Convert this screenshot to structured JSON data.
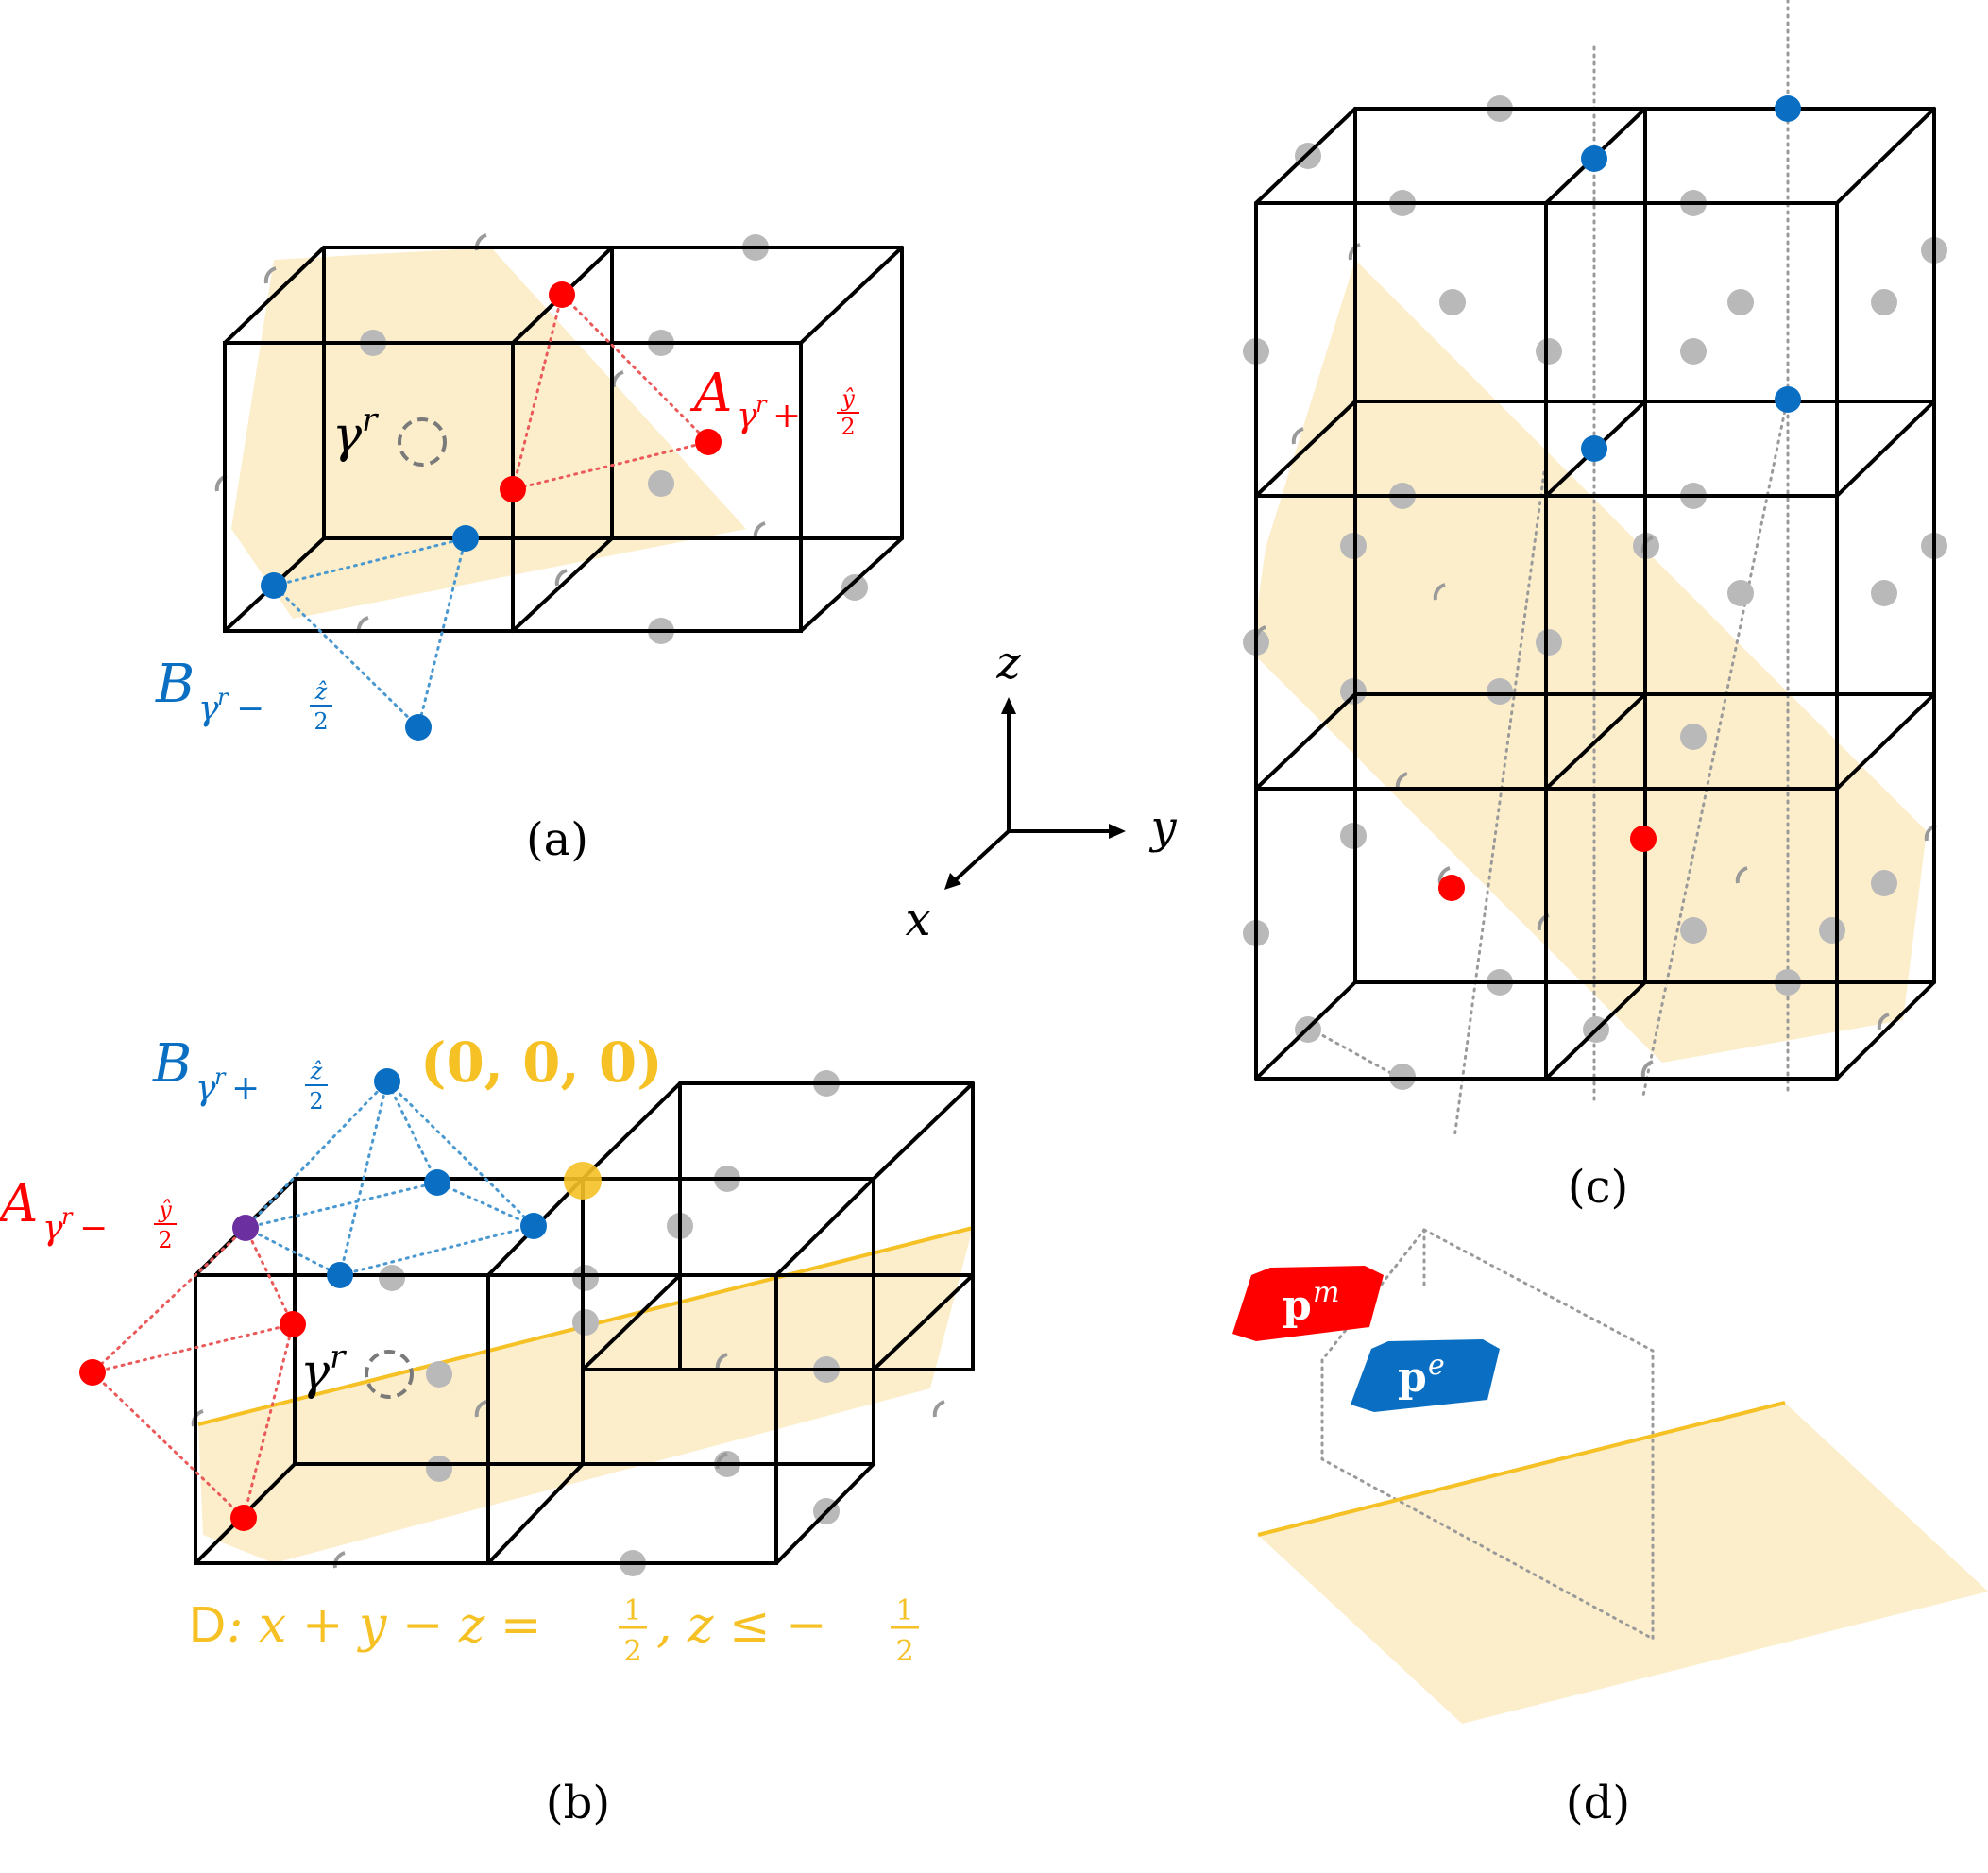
{
  "colors": {
    "red": "#ff0000",
    "blue": "#0a6fc2",
    "yellow": "#f5c125",
    "plane": "#fcebc2",
    "purple": "#6b2fa0",
    "grey": "#b9b9b9"
  },
  "panel_a": {
    "caption": "(a)",
    "gamma": "γ",
    "gamma_sup": "r",
    "a_letter": "A",
    "a_sub": "γ",
    "a_sub_sup": "r",
    "a_sub_rest": "+",
    "a_frac_num": "ŷ",
    "a_frac_den": "2",
    "b_letter": "B",
    "b_sub": "γ",
    "b_sub_sup": "r",
    "b_sub_rest": "−",
    "b_frac_num": "ẑ",
    "b_frac_den": "2"
  },
  "axes": {
    "z": "z",
    "y": "y",
    "x": "x"
  },
  "panel_b": {
    "caption": "(b)",
    "gamma": "γ",
    "gamma_sup": "r",
    "origin": "(0, 0, 0)",
    "a_letter": "A",
    "a_sub": "γ",
    "a_sub_sup": "r",
    "a_sub_rest": "−",
    "a_frac_num": "ŷ",
    "a_frac_den": "2",
    "b_letter": "B",
    "b_sub": "γ",
    "b_sub_sup": "r",
    "b_sub_rest": "+",
    "b_frac_num": "ẑ",
    "b_frac_den": "2",
    "d_label": "D",
    "d_eq_1": ": x + y − z =",
    "d_frac1_num": "1",
    "d_frac1_den": "2",
    "d_eq_2": ", z ≤ −",
    "d_frac2_num": "1",
    "d_frac2_den": "2"
  },
  "panel_c": {
    "caption": "(c)"
  },
  "panel_d": {
    "caption": "(d)",
    "pm_base": "p",
    "pm_sup": "m",
    "pe_base": "p",
    "pe_sup": "e"
  }
}
